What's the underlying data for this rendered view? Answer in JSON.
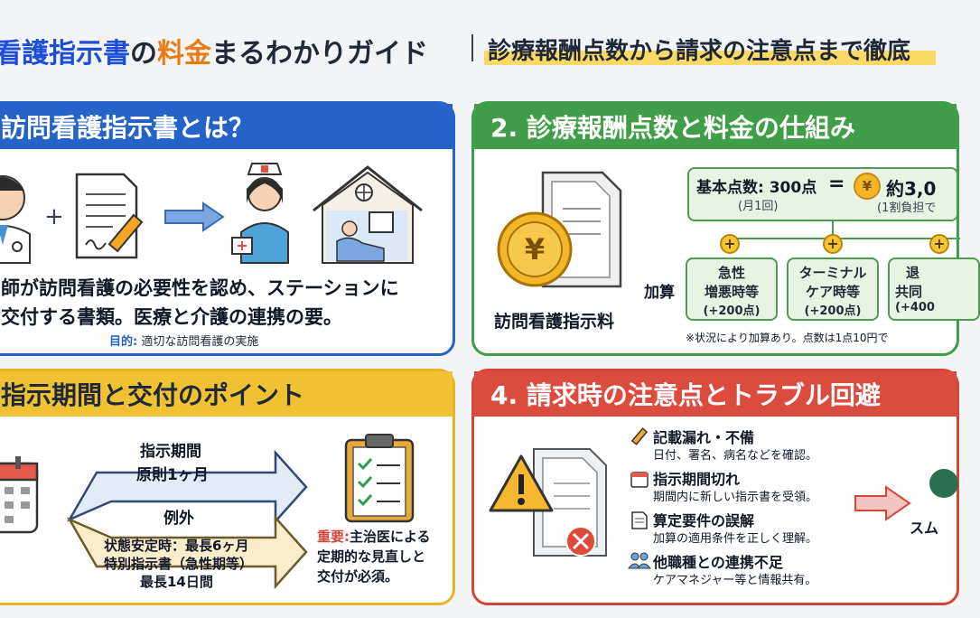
{
  "title": {
    "part1": "看護指示書",
    "part2": "の",
    "part3": "料金",
    "part4": "まるわかりガイド",
    "subtitle": "診療報酬点数から請求の注意点まで徹底"
  },
  "panel1": {
    "heading": "訪問看護指示書とは？",
    "body_line1": "師が訪問看護の必要性を認め、ステーションに",
    "body_line2": "交付する書類。医療と介護の連携の要。",
    "purpose_label": "目的:",
    "purpose_text": "適切な訪問看護の実施"
  },
  "panel2": {
    "heading": "2. 診療報酬点数と料金の仕組み",
    "fee_label": "訪問看護指示料",
    "base_points": "基本点数: 300点",
    "base_freq": "(月1回)",
    "equals": "=",
    "yen_symbol": "¥",
    "yen_approx": "約3,0",
    "burden_note": "(1割負担で",
    "addition_label": "加算",
    "additions": [
      {
        "line1": "急性",
        "line2": "増悪時等",
        "line3": "(+200点)"
      },
      {
        "line1": "ターミナル",
        "line2": "ケア時等",
        "line3": "(+200点)"
      },
      {
        "line1": "退",
        "line2": "共同",
        "line3": "(+400"
      }
    ],
    "footnote": "※状況により加算あり。点数は1点10円で"
  },
  "panel3": {
    "heading": "指示期間と交付のポイント",
    "period_label": "指示期間",
    "period_value": "原則1ヶ月",
    "exception_label": "例外",
    "exception_line1": "状態安定時：最長6ヶ月",
    "exception_line2": "特別指示書（急性期等）",
    "exception_line3": "最長14日間",
    "important_label": "重要:",
    "important_line1": "主治医による",
    "important_line2": "定期的な見直しと",
    "important_line3": "交付が必須。"
  },
  "panel4": {
    "heading": "4. 請求時の注意点とトラブル回避",
    "items": [
      {
        "title": "記載漏れ・不備",
        "desc": "日付、署名、病名などを確認。"
      },
      {
        "title": "指示期間切れ",
        "desc": "期間内に新しい指示書を受領。"
      },
      {
        "title": "算定要件の誤解",
        "desc": "加算の適用条件を正しく理解。"
      },
      {
        "title": "他職種との連携不足",
        "desc": "ケアマネジャー等と情報共有。"
      }
    ],
    "result_partial": "スム"
  },
  "colors": {
    "blue": "#2563c9",
    "green": "#3f9e47",
    "yellow": "#f0c133",
    "red": "#dc4c3e",
    "orange_accent": "#ea7a12"
  }
}
